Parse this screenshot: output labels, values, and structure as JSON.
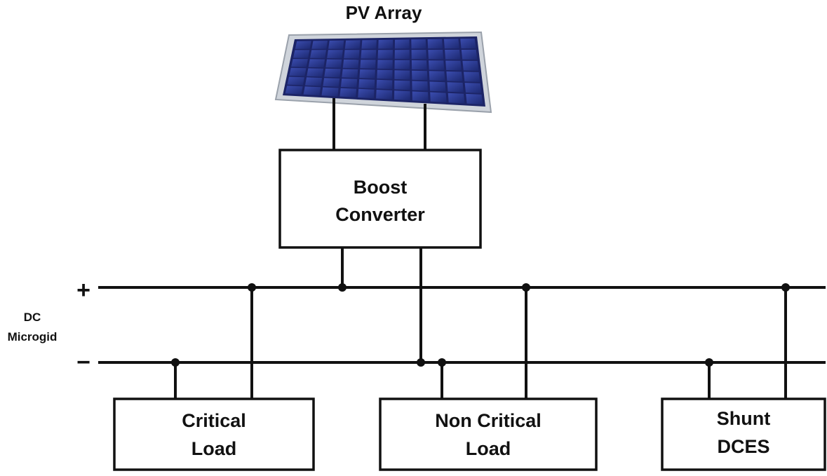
{
  "pv_array": {
    "label": "PV Array"
  },
  "boost_converter": {
    "line1": "Boost",
    "line2": "Converter"
  },
  "bus": {
    "label_line1": "DC",
    "label_line2": "Microgid",
    "positive_symbol": "+",
    "negative_symbol": "−"
  },
  "loads": {
    "critical": {
      "line1": "Critical",
      "line2": "Load"
    },
    "non_critical": {
      "line1": "Non Critical",
      "line2": "Load"
    },
    "shunt": {
      "line1": "Shunt",
      "line2": "DCES"
    }
  },
  "colors": {
    "line": "#111111",
    "panel_frame": "#d9dde3",
    "panel_cell": "#2b3a8f",
    "panel_cell_dark": "#1a2466"
  }
}
